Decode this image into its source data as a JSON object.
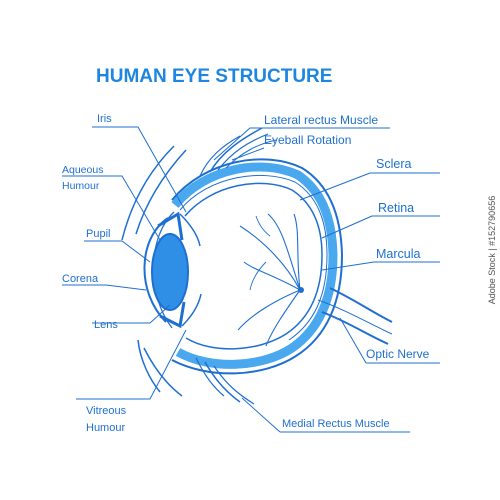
{
  "title": "HUMAN EYE STRUCTURE",
  "labels": {
    "iris": "Iris",
    "aqueous_1": "Aqueous",
    "aqueous_2": "Humour",
    "pupil": "Pupil",
    "corena": "Corena",
    "lens": "Lens",
    "vitreous_1": "Vitreous",
    "vitreous_2": "Humour",
    "lateral": "Lateral rectus Muscle",
    "eyeball": "Eyeball Rotation",
    "sclera": "Sclera",
    "retina": "Retina",
    "marcula": "Marcula",
    "optic": "Optic Nerve",
    "medial": "Medial Rectus Muscle"
  },
  "watermark": "Adobe Stock | #152790656",
  "colors": {
    "primary": "#1f6fd1",
    "light": "#4aa8ee",
    "fill": "#2f8fe6"
  }
}
